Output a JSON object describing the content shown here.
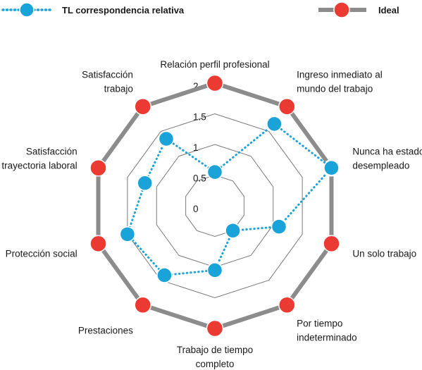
{
  "chart_data": {
    "type": "radar",
    "axes": [
      [
        "Relación perfil profesional"
      ],
      [
        "Ingreso inmediato al",
        "mundo del trabajo"
      ],
      [
        "Nunca ha estado",
        "desempleado"
      ],
      [
        "Un solo trabajo"
      ],
      [
        "Por tiempo",
        "indeterminado"
      ],
      [
        "Trabajo de tiempo",
        "completo"
      ],
      [
        "Prestaciones"
      ],
      [
        "Protección social"
      ],
      [
        "Satisfacción",
        "trayectoria laboral"
      ],
      [
        "Satisfacción",
        "trabajo"
      ]
    ],
    "series": [
      {
        "name": "TL correspondencia relativa",
        "style": "dotted",
        "color": "#1aa3d9",
        "values": [
          0.55,
          1.65,
          2.0,
          1.1,
          0.5,
          1.05,
          1.4,
          1.5,
          1.2,
          1.35
        ]
      },
      {
        "name": "Ideal",
        "style": "solid",
        "color": "#ea3a31",
        "line_color": "#8c8c8c",
        "values": [
          2,
          2,
          2,
          2,
          2,
          2,
          2,
          2,
          2,
          2
        ]
      }
    ],
    "ticks": [
      "0",
      "0.5",
      "1",
      "1.5",
      "2"
    ],
    "range": [
      0,
      2
    ],
    "grid": true,
    "legend_position": "top"
  }
}
